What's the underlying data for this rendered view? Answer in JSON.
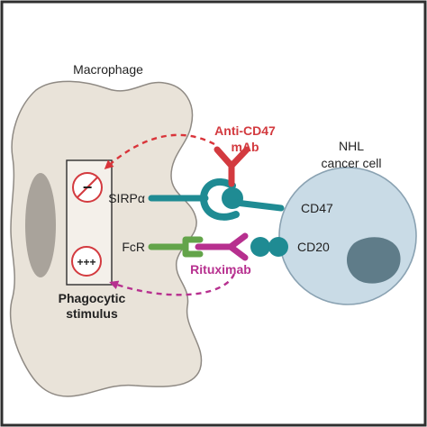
{
  "labels": {
    "macrophage": "Macrophage",
    "nhl_line1": "NHL",
    "nhl_line2": "cancer cell",
    "anti_cd47_line1": "Anti-CD47",
    "anti_cd47_line2": "mAb",
    "sirpa": "SIRPα",
    "cd47": "CD47",
    "fcr": "FcR",
    "cd20": "CD20",
    "rituximab": "Rituximab",
    "phagocytic_line1": "Phagocytic",
    "phagocytic_line2": "stimulus",
    "minus_signal": "−",
    "plus_signal": "+++"
  },
  "colors": {
    "frame": "#2f2f2f",
    "macrophage_fill": "#e9e3d9",
    "nucleus_fill": "#a9a39b",
    "cancer_fill": "#c9dbe6",
    "cancer_stroke": "#8aa2b2",
    "cancer_nucleus": "#5f7c89",
    "teal": "#1f8b93",
    "antibody_red": "#d33a3f",
    "arrow_red": "#d9343a",
    "fcr_green": "#63a44a",
    "rituximab_magenta": "#b7308f",
    "text_dark": "#222222"
  },
  "icons": {
    "inhibit_icon": "prohibition-circle",
    "activate_icon": "circle"
  }
}
